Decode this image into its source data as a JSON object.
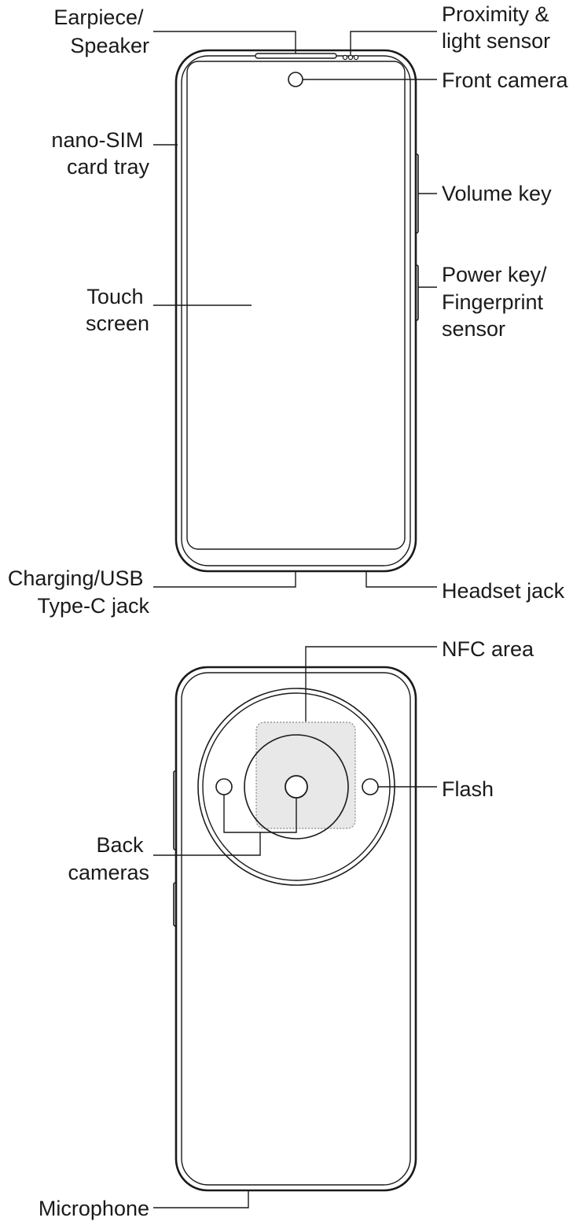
{
  "front_view": {
    "labels": {
      "earpiece": [
        "Earpiece/",
        "Speaker"
      ],
      "proximity": [
        "Proximity &",
        "light sensor"
      ],
      "front_camera": [
        "Front camera"
      ],
      "nano_sim": [
        "nano-SIM",
        "card tray"
      ],
      "volume_key": [
        "Volume key"
      ],
      "touch_screen": [
        "Touch",
        "screen"
      ],
      "power_key": [
        "Power key/",
        "Fingerprint",
        "sensor"
      ],
      "charging": [
        "Charging/USB",
        "Type-C jack"
      ],
      "headset_jack": [
        "Headset jack"
      ]
    }
  },
  "back_view": {
    "labels": {
      "nfc_area": [
        "NFC area"
      ],
      "flash": [
        "Flash"
      ],
      "back_cameras": [
        "Back",
        "cameras"
      ],
      "microphone": [
        "Microphone"
      ]
    }
  },
  "colors": {
    "line": "#1a1a1a",
    "nfc_fill": "#e8e8e8",
    "nfc_border": "#888888"
  }
}
